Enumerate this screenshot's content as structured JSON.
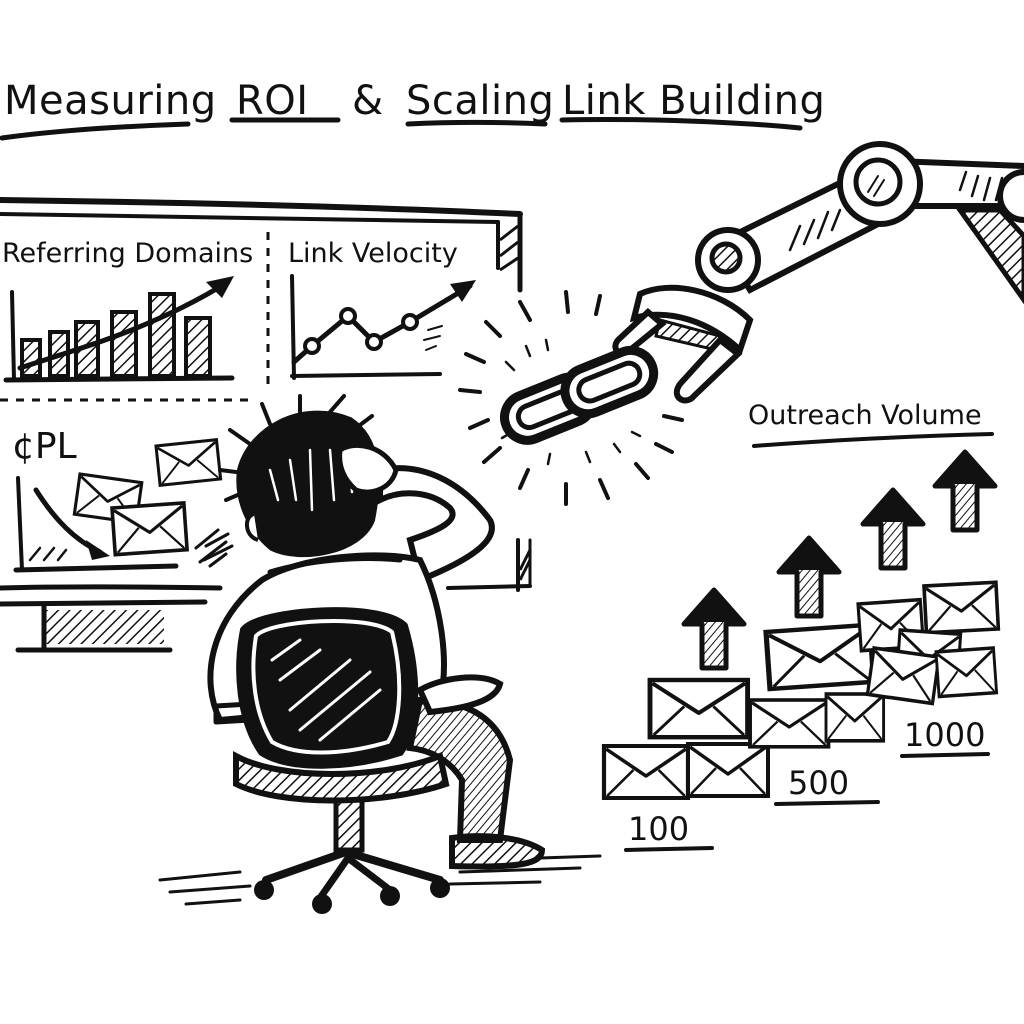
{
  "illustration": {
    "title": {
      "parts": [
        "Measuring",
        "ROI",
        "&",
        "Scaling",
        "Link Building"
      ],
      "full": "Measuring ROI & Scaling Link Building"
    },
    "dashboard": {
      "panels": [
        {
          "id": "referring-domains",
          "label": "Referring Domains",
          "type": "bar-chart-trend-up"
        },
        {
          "id": "link-velocity",
          "label": "Link Velocity",
          "type": "line-chart-trend-up"
        },
        {
          "id": "cpl",
          "label": "¢PL",
          "type": "downward-arrow-with-envelopes"
        }
      ]
    },
    "outreach": {
      "label": "Outreach Volume",
      "steps": [
        {
          "value": "100"
        },
        {
          "value": "500"
        },
        {
          "value": "1000"
        }
      ]
    },
    "scene": {
      "character": "person-scratching-head-in-office-chair",
      "robot": "robotic-arm-holding-chain-link",
      "link": "glowing-chain-link"
    },
    "colors": {
      "ink": "#111111",
      "paper": "#ffffff"
    }
  }
}
